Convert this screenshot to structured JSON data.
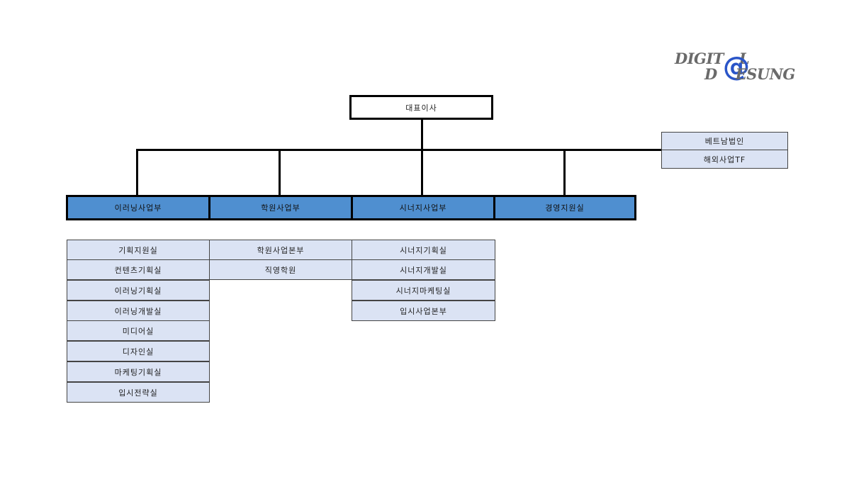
{
  "logo": {
    "line1": "DIGIT",
    "line1_end": "L",
    "at": "@",
    "line2": "D",
    "line2_end": "ESUNG"
  },
  "ceo": "대표이사",
  "side_units": [
    "베트남법인",
    "해외사업TF"
  ],
  "departments": [
    {
      "name": "이러닝사업부",
      "units": [
        "기획지원실",
        "컨텐츠기획실",
        "이러닝기획실",
        "이러닝개발실",
        "미디어실",
        "디자인실",
        "마케팅기획실",
        "입시전략실"
      ]
    },
    {
      "name": "학원사업부",
      "units": [
        "학원사업본부",
        "직영학원"
      ]
    },
    {
      "name": "시너지사업부",
      "units": [
        "시너지기획실",
        "시너지개발실",
        "시너지마케팅실",
        "입시사업본부"
      ]
    },
    {
      "name": "경영지원실",
      "units": []
    }
  ],
  "colors": {
    "department_fill": "#4f8fd0",
    "unit_fill": "#dbe3f4",
    "logo_accent": "#2a55c8"
  }
}
